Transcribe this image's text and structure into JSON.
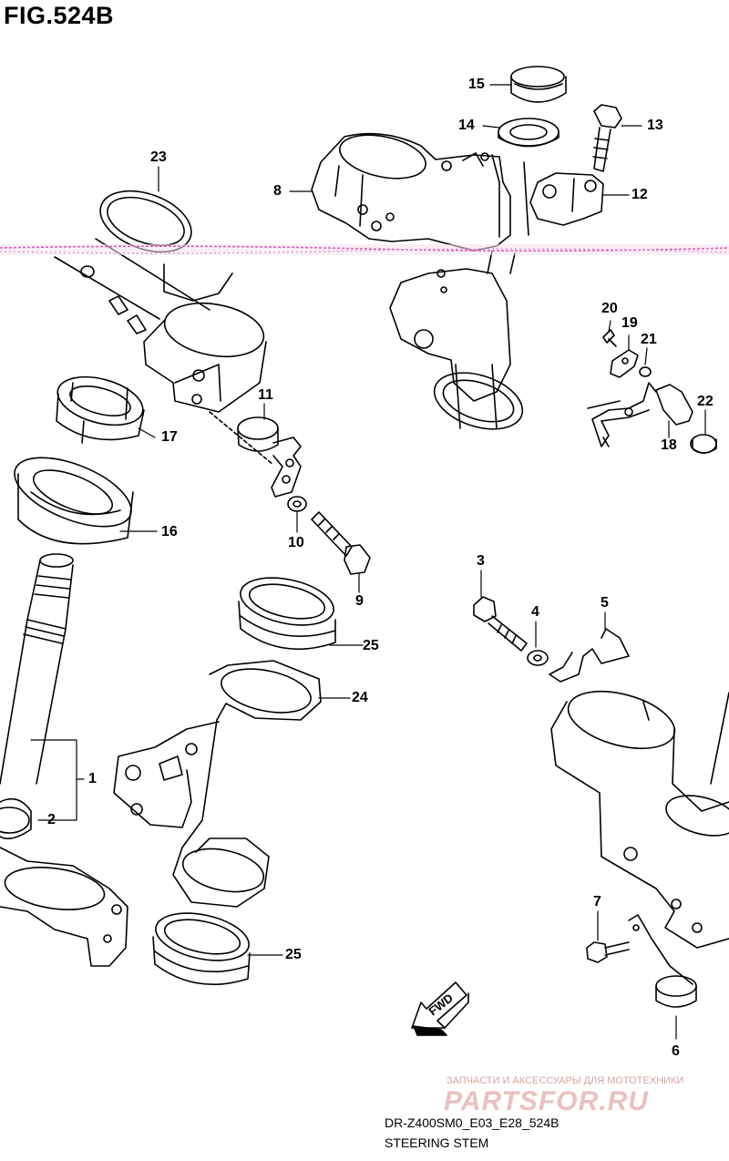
{
  "figure": {
    "title": "FIG.524B"
  },
  "callouts": {
    "c1": "1",
    "c2": "2",
    "c3": "3",
    "c4": "4",
    "c5": "5",
    "c6": "6",
    "c7": "7",
    "c8": "8",
    "c9": "9",
    "c10": "10",
    "c11": "11",
    "c12": "12",
    "c13": "13",
    "c14": "14",
    "c15": "15",
    "c16": "16",
    "c17": "17",
    "c18": "18",
    "c19": "19",
    "c20": "20",
    "c21": "21",
    "c22": "22",
    "c23": "23",
    "c24": "24",
    "c25a": "25",
    "c25b": "25"
  },
  "direction_arrow": {
    "label": "FWD",
    "icon": "forward-arrow-icon"
  },
  "footer": {
    "code": "DR-Z400SM0_E03_E28_524B",
    "title": "STEERING STEM"
  },
  "watermark": {
    "tagline": "ЗАПЧАСТИ И АКСЕССУАРЫ ДЛЯ МОТОТЕХНИКИ",
    "brand": "PARTSFOR.RU"
  },
  "colors": {
    "line": "#000000",
    "scan_band": "#e05cb8",
    "watermark": "#e6b3b3"
  }
}
